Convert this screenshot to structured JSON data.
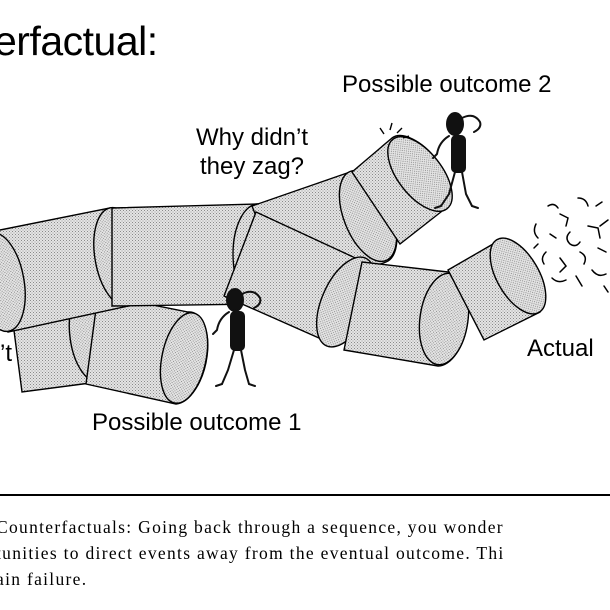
{
  "title": "erfactual:",
  "labels": {
    "outcome2": "Possible outcome 2",
    "outcome1": "Possible outcome 1",
    "zag_line1": "Why didn’t",
    "zag_line2": "they zag?",
    "actual": "Actual",
    "left_fragment": "’t"
  },
  "caption": {
    "line1": "Counterfactuals: Going back through a sequence, you wonder",
    "line2": "tunities to direct events away from the eventual outcome. Thi",
    "line3": "ain failure."
  },
  "colors": {
    "tube_fill": "#d6d6d6",
    "tube_stroke": "#000000",
    "figure": "#111111"
  }
}
